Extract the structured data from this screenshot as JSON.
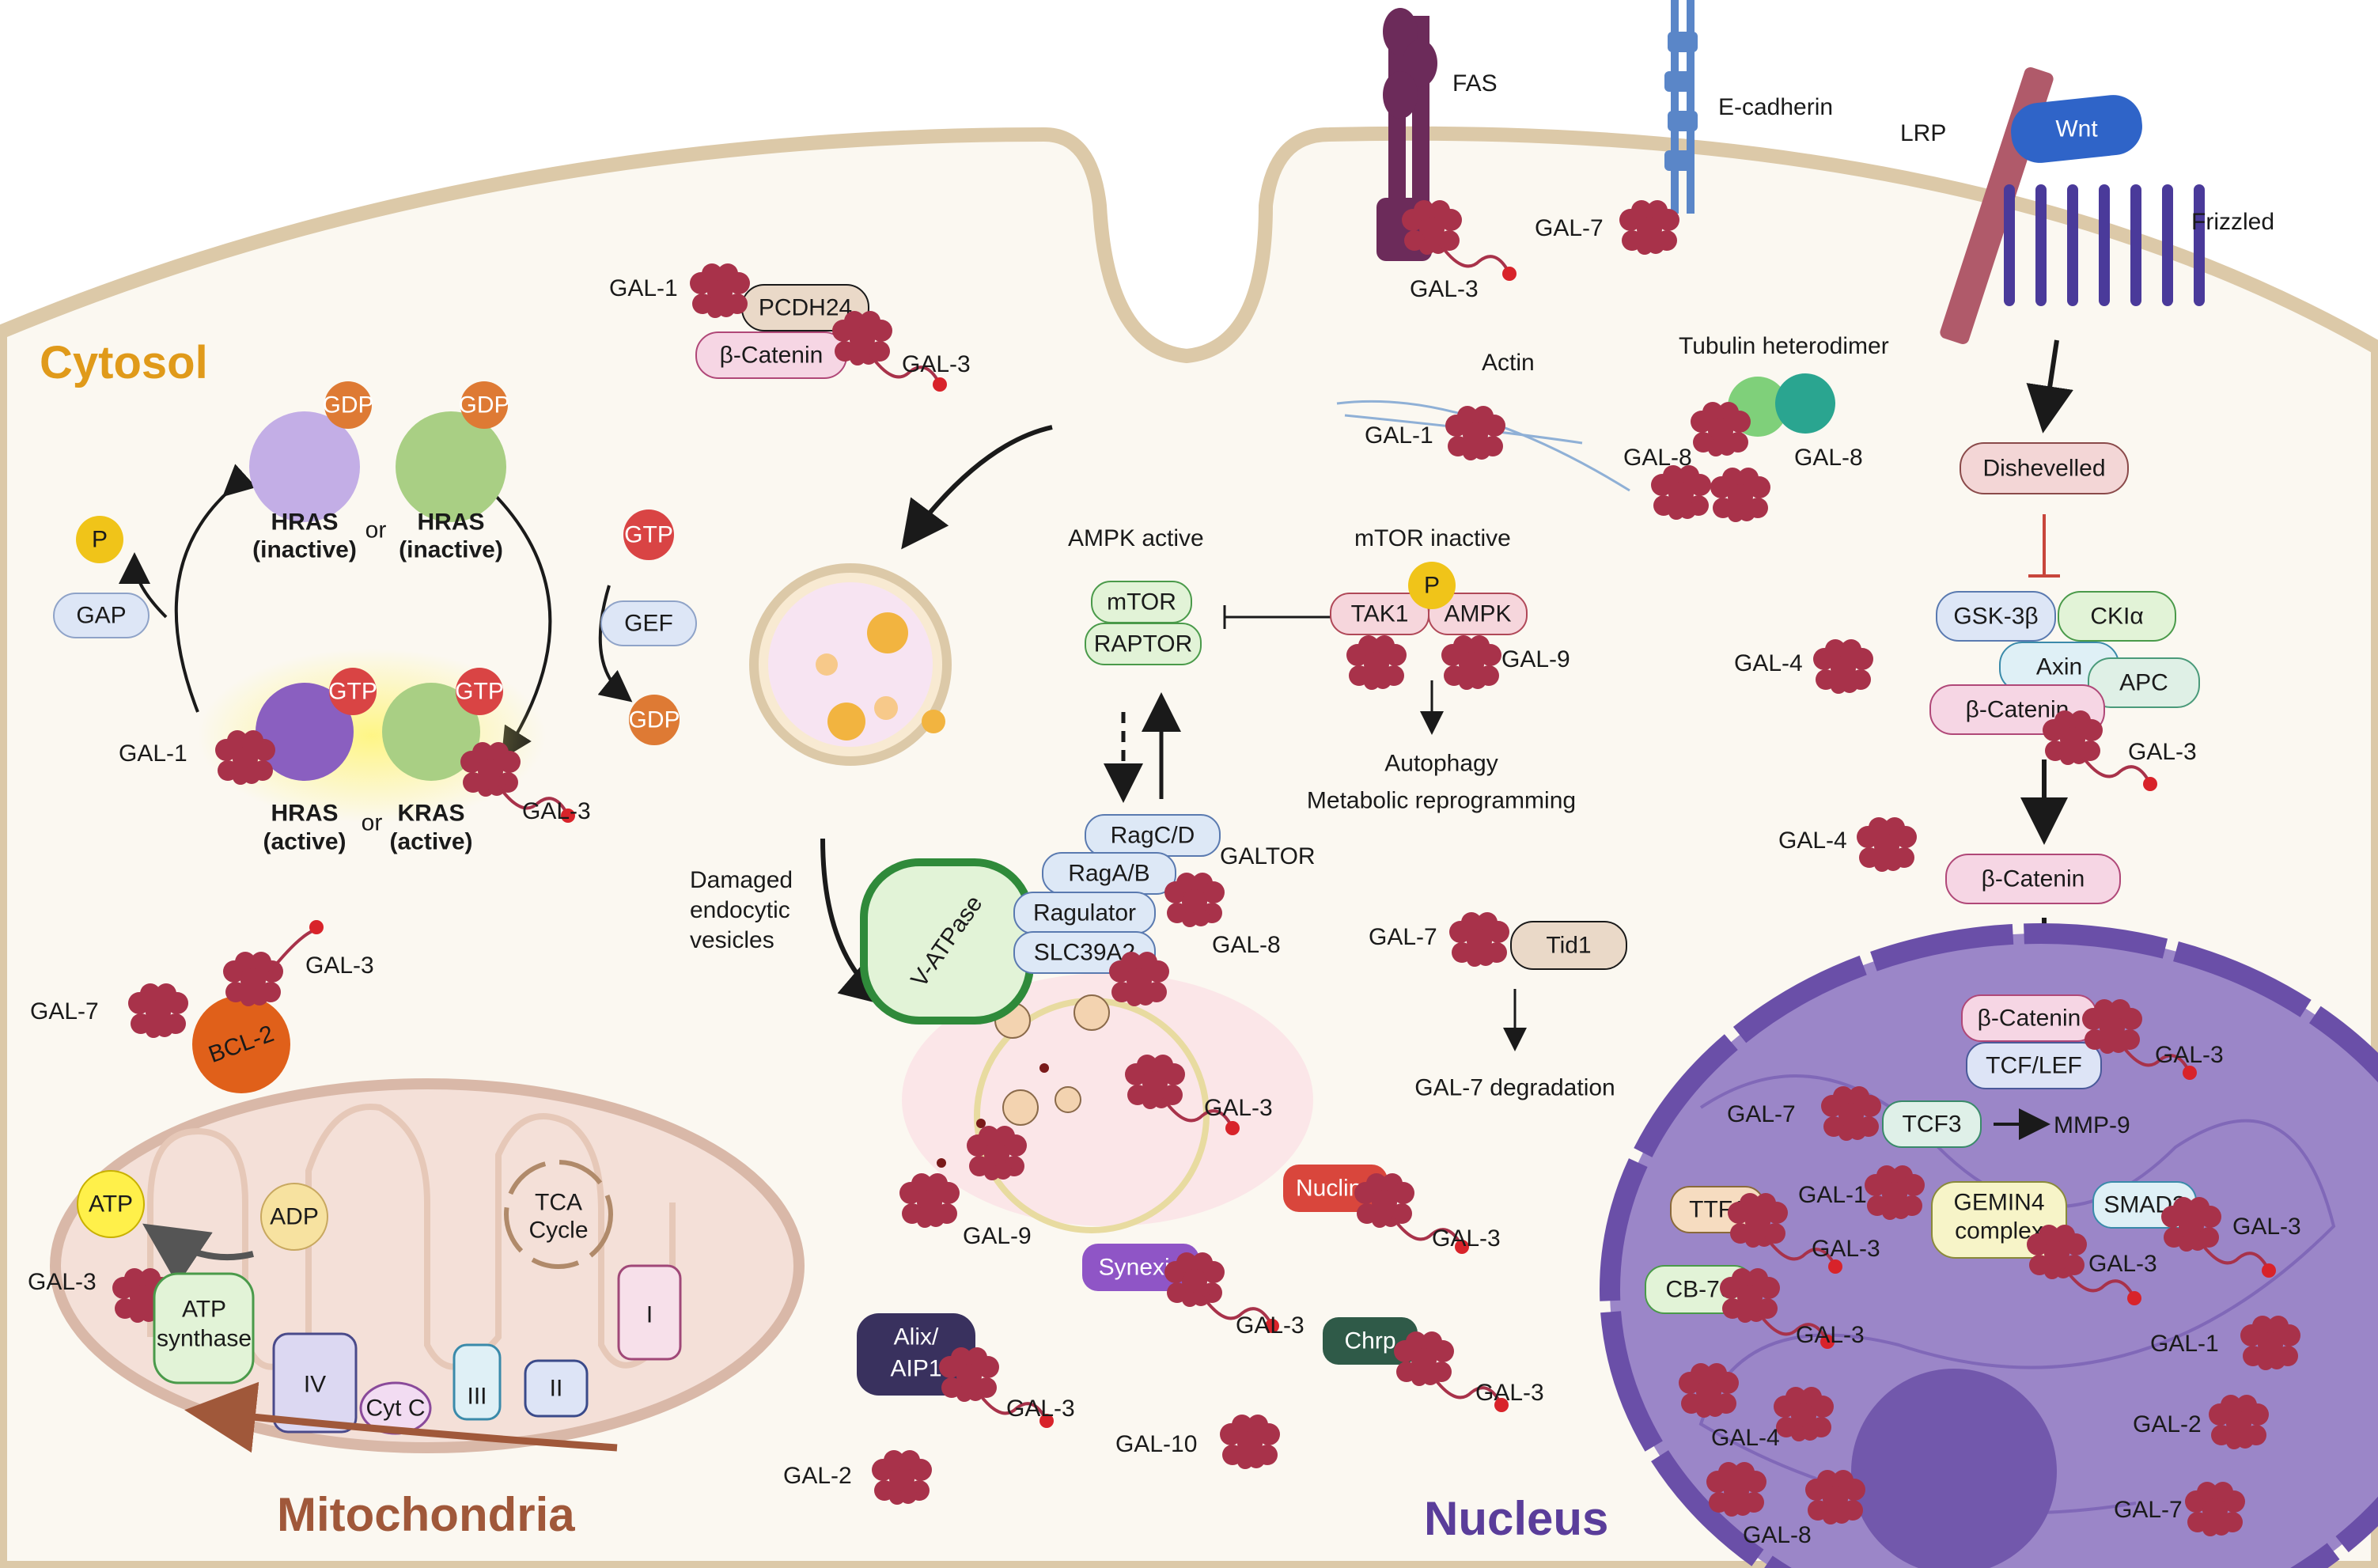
{
  "regions": {
    "cytosol": "Cytosol",
    "mitochondria": "Mitochondria",
    "nucleus": "Nucleus"
  },
  "ras": {
    "gdp": "GDP",
    "gtp": "GTP",
    "p": "P",
    "gap": "GAP",
    "gef": "GEF",
    "or": "or",
    "hras_inactive_1": "HRAS",
    "inactive": "(inactive)",
    "hras_inactive_2": "HRAS",
    "hras_active": "HRAS",
    "kras_active": "KRAS",
    "active": "(active)",
    "gal1": "GAL-1",
    "gal3": "GAL-3"
  },
  "membrane": {
    "fas": "FAS",
    "ecadherin": "E-cadherin",
    "lrp": "LRP",
    "wnt": "Wnt",
    "frizzled": "Frizzled",
    "gal7": "GAL-7",
    "gal3": "GAL-3",
    "gal1_pcdh": "GAL-1",
    "pcdh24": "PCDH24",
    "bcat": "β-Catenin",
    "gal3_pcdh": "GAL-3",
    "actin": "Actin",
    "gal1_actin": "GAL-1",
    "tubulin": "Tubulin heterodimer",
    "gal8a": "GAL-8",
    "gal8b": "GAL-8"
  },
  "ampk": {
    "ampk_active": "AMPK active",
    "mtor": "mTOR",
    "raptor": "RAPTOR",
    "mtor_inactive": "mTOR inactive",
    "p": "P",
    "tak1": "TAK1",
    "ampk": "AMPK",
    "gal9": "GAL-9",
    "autophagy": "Autophagy",
    "metabolic": "Metabolic reprogramming"
  },
  "lysosome": {
    "damaged1": "Damaged",
    "damaged2": "endocytic",
    "damaged3": "vesicles",
    "vatpase": "V-ATPase",
    "ragcd": "RagC/D",
    "ragab": "RagA/B",
    "regulator": "Ragulator",
    "slc": "SLC39A2",
    "galtor": "GALTOR",
    "gal8": "GAL-8",
    "gal3": "GAL-3",
    "gal9": "GAL-9"
  },
  "cyto_misc": {
    "gal7_tid": "GAL-7",
    "tid1": "Tid1",
    "gal7_deg": "GAL-7 degradation",
    "nucling": "Nucling",
    "gal3_nucling": "GAL-3",
    "synexin": "Synexin",
    "gal3_synexin": "GAL-3",
    "chrp": "Chrp",
    "gal3_chrp": "GAL-3",
    "alix1": "Alix/",
    "alix2": "AIP1",
    "gal3_alix": "GAL-3",
    "gal10": "GAL-10",
    "gal2": "GAL-2"
  },
  "mito": {
    "gal7": "GAL-7",
    "bcl2": "BCL-2",
    "gal3_bcl": "GAL-3",
    "atp": "ATP",
    "adp": "ADP",
    "gal3_atp": "GAL-3",
    "atp_synthase1": "ATP",
    "atp_synthase2": "synthase",
    "tca1": "TCA",
    "tca2": "Cycle",
    "iv": "IV",
    "cytc": "Cyt C",
    "iii": "III",
    "ii": "II",
    "i": "I"
  },
  "wnt_path": {
    "dishevelled": "Dishevelled",
    "gsk": "GSK-3β",
    "cki": "CKIα",
    "axin": "Axin",
    "apc": "APC",
    "bcat": "β-Catenin",
    "gal4a": "GAL-4",
    "gal3a": "GAL-3",
    "gal4b": "GAL-4",
    "bcat2": "β-Catenin"
  },
  "nuc": {
    "bcat": "β-Catenin",
    "tcf": "TCF/LEF",
    "gal3_bcat": "GAL-3",
    "gal7": "GAL-7",
    "tcf3": "TCF3",
    "mmp9": "MMP-9",
    "ttf1": "TTF1",
    "gal3_ttf": "GAL-3",
    "gal1": "GAL-1",
    "gemin1": "GEMIN4",
    "gemin2": "complex",
    "gal3_gemin": "GAL-3",
    "smad3": "SMAD3",
    "gal3_smad": "GAL-3",
    "cb70": "CB-70",
    "gal3_cb": "GAL-3",
    "gal1b": "GAL-1",
    "gal4": "GAL-4",
    "gal2": "GAL-2",
    "gal8": "GAL-8",
    "gal7b": "GAL-7"
  },
  "colors": {
    "cytosol_text": "#e09a1a",
    "mito_text": "#a0583a",
    "nucleus_text": "#5a3d9a",
    "galectin": "#a8324a",
    "cell_fill": "#fbf8f1",
    "membrane": "#dcc9a8",
    "nucleus_fill": "#9b86c8",
    "nucleus_edge": "#6a4fa8"
  }
}
